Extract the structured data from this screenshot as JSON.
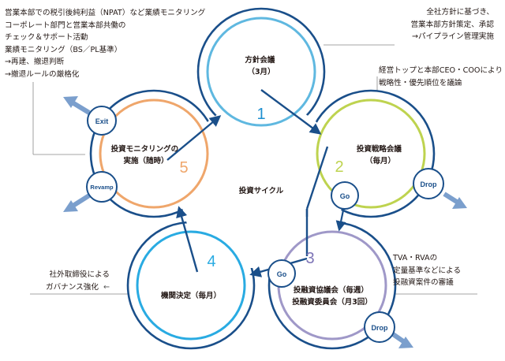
{
  "notes": {
    "top_left": [
      "営業本部での税引後純利益（NPAT）など業績モニタリング",
      "コーポレート部門と営業本部共働の",
      "チェック＆サポート活動",
      "業績モニタリング（BS／PL基準）",
      "→再建、撤退判断",
      "→撤退ルールの厳格化"
    ],
    "top_right": [
      "全社方針に基づき、",
      "営業本部方針策定、承認",
      "→パイプライン管理実施"
    ],
    "right_2": [
      "経営トップと本部CEO・COOにより",
      "戦略性・優先順位を議論"
    ],
    "bottom_right": [
      "TVA・RVAの",
      "定量基準などによる",
      "投融資案件の審議"
    ],
    "left_4": [
      "社外取締役による",
      "ガバナンス強化"
    ],
    "left_4_arrow": "←"
  },
  "center_label": "投資サイクル",
  "steps": [
    {
      "number": "1",
      "title": [
        "方針会議",
        "（3月）"
      ],
      "color": "#5fb8e0"
    },
    {
      "number": "2",
      "title": [
        "投資戦略会議",
        "（毎月）"
      ],
      "color": "#bed34f"
    },
    {
      "number": "3",
      "title": [
        "投融資協議会（毎週）",
        "投融資委員会（月3回）"
      ],
      "color": "#9f98c8"
    },
    {
      "number": "4",
      "title": [
        "機関決定（毎月）"
      ],
      "color": "#29abe2"
    },
    {
      "number": "5",
      "title": [
        "投資モニタリングの",
        "実施（随時）"
      ],
      "color": "#efa66b"
    }
  ],
  "badges": {
    "exit": "Exit",
    "revamp": "Revamp",
    "go_2": "Go",
    "drop_2": "Drop",
    "go_3": "Go",
    "drop_3": "Drop"
  },
  "colors": {
    "outline": "#1a4f8a",
    "number": "#1d8fd0",
    "arrow": "#7b9fcd",
    "badge_text": "#1a4f8a"
  }
}
